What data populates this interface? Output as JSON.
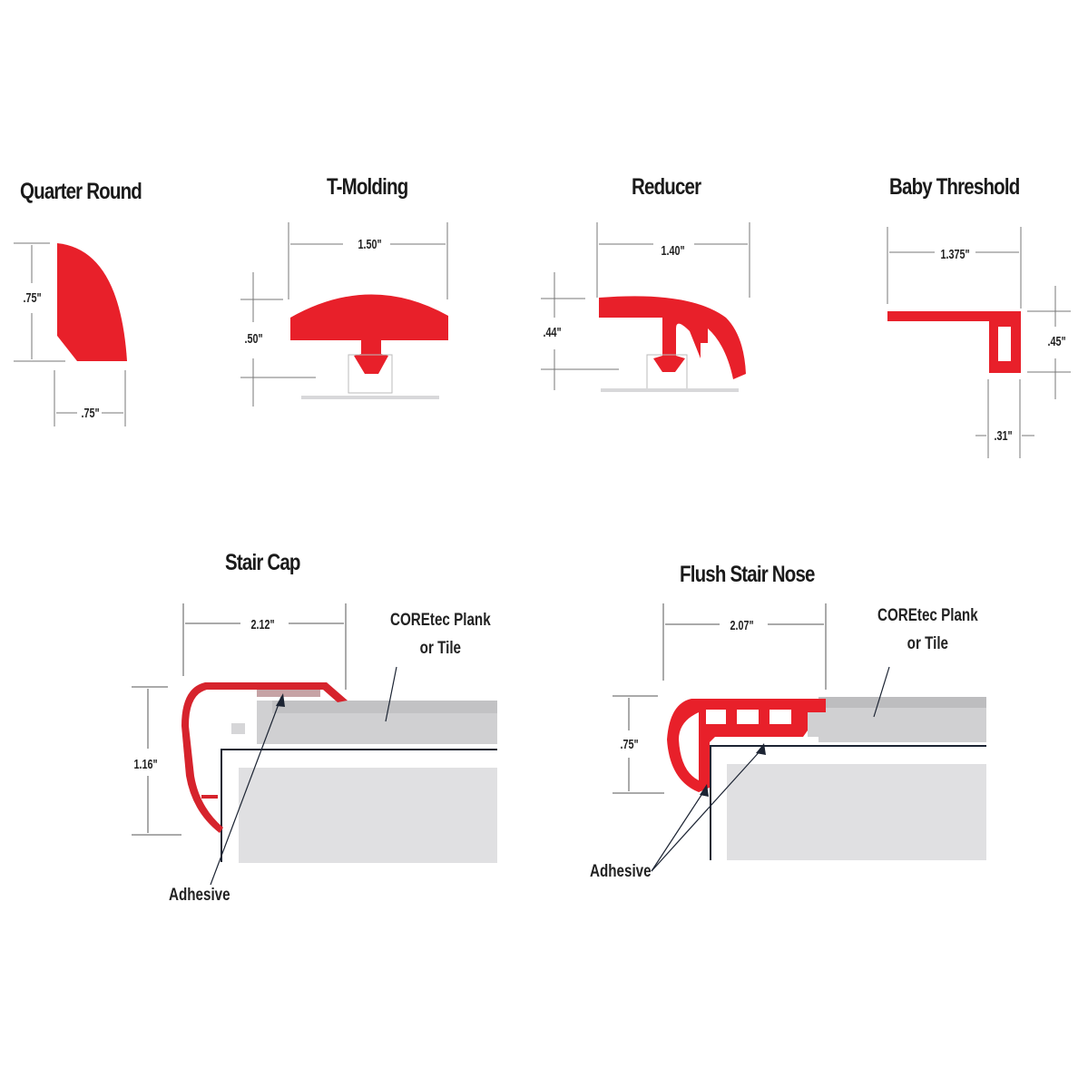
{
  "colors": {
    "profile_red": "#e8202a",
    "dimension_line": "#555555",
    "floor_gray": "#c9c9cb",
    "subfloor_gray": "#e2e2e4",
    "stair_edge": "#1c2433"
  },
  "profiles": [
    {
      "name": "Quarter Round",
      "dimensions": {
        "height": ".75\"",
        "width": ".75\""
      }
    },
    {
      "name": "T-Molding",
      "dimensions": {
        "width": "1.50\"",
        "height": ".50\""
      }
    },
    {
      "name": "Reducer",
      "dimensions": {
        "width": "1.40\"",
        "height": ".44\""
      }
    },
    {
      "name": "Baby Threshold",
      "dimensions": {
        "width": "1.375\"",
        "height": ".45\"",
        "leg_width": ".31\""
      }
    },
    {
      "name": "Stair Cap",
      "dimensions": {
        "width": "2.12\"",
        "height": "1.16\""
      },
      "callouts": {
        "plank": "COREtec Plank",
        "plank_line2": "or Tile",
        "adhesive": "Adhesive"
      }
    },
    {
      "name": "Flush Stair Nose",
      "dimensions": {
        "width": "2.07\"",
        "height": ".75\""
      },
      "callouts": {
        "plank": "COREtec Plank",
        "plank_line2": "or Tile",
        "adhesive": "Adhesive"
      }
    }
  ]
}
